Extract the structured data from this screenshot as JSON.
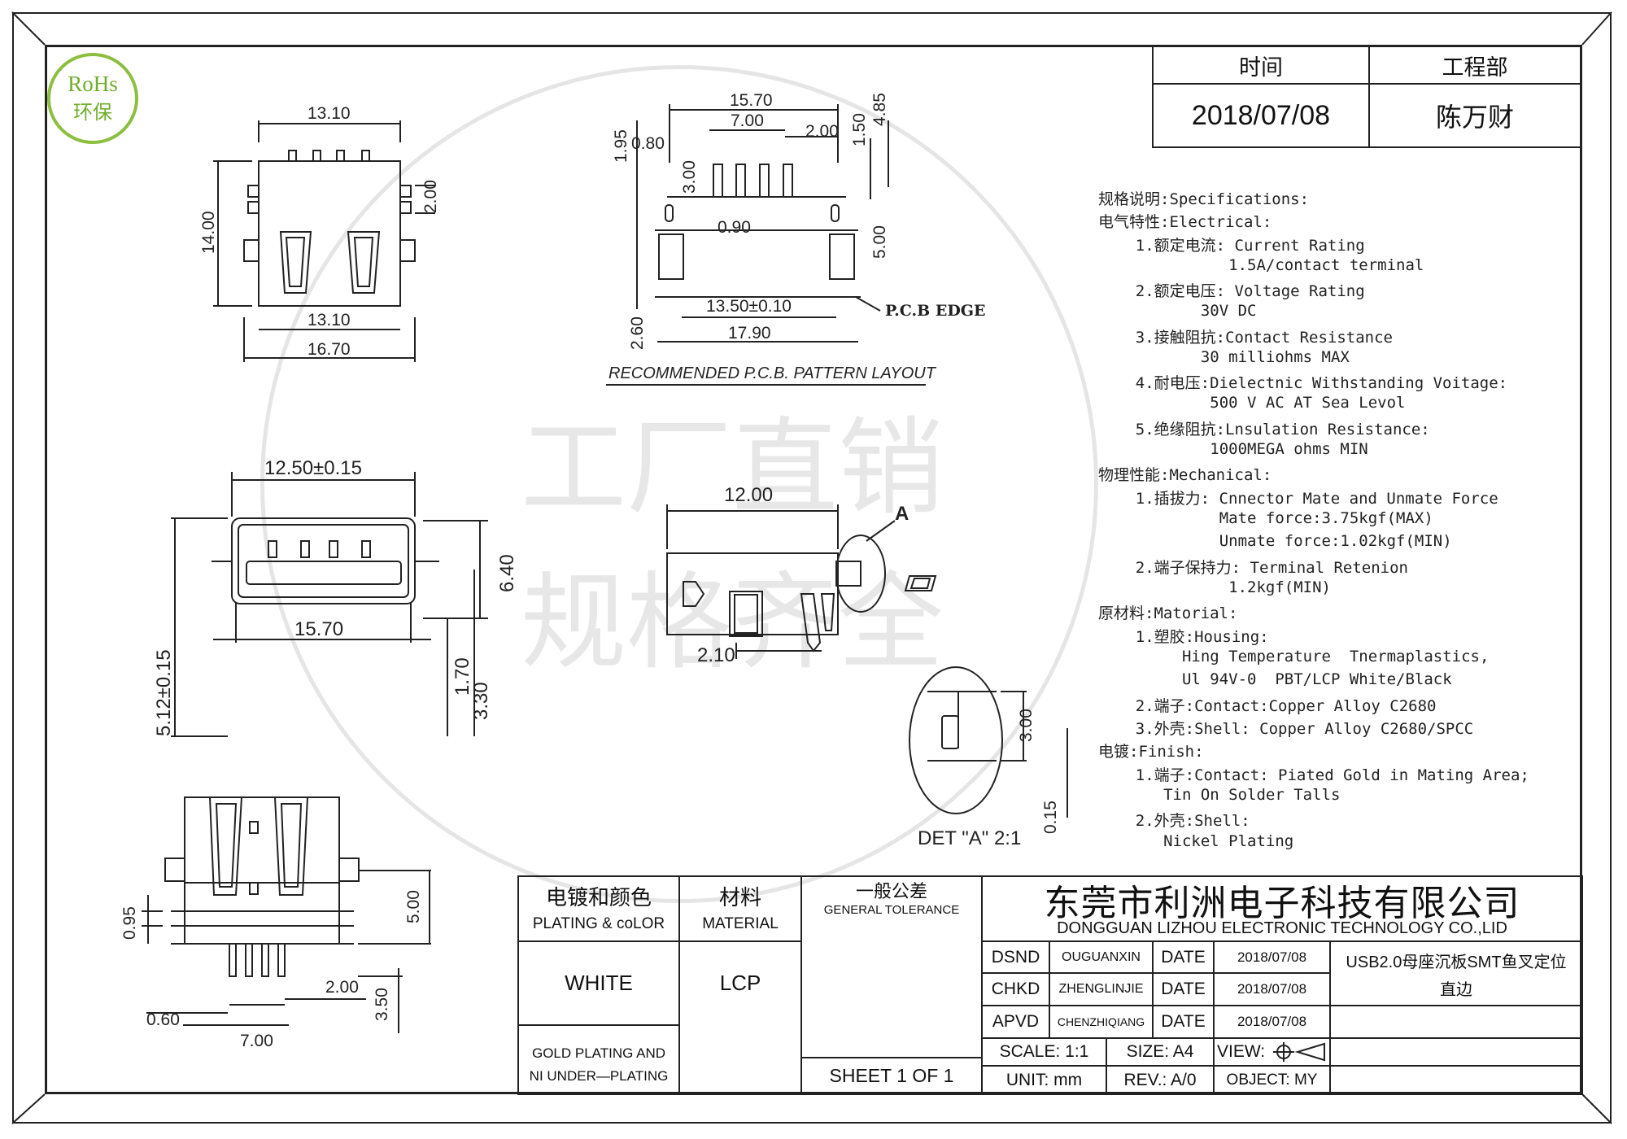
{
  "rohs": {
    "line1": "RoHs",
    "line2": "环保"
  },
  "topright": {
    "h1": "时间",
    "h2": "工程部",
    "v1": "2018/07/08",
    "v2": "陈万财"
  },
  "watermark": {
    "row1": "工厂直销",
    "row2": "规格齐全"
  },
  "specs": [
    "规格说明:Specifications:",
    "电气特性:Electrical:",
    "    1.额定电流: Current Rating",
    "              1.5A/contact terminal",
    "    2.额定电压: Voltage Rating",
    "           30V DC",
    "    3.接触阻抗:Contact Resistance",
    "           30 milliohms MAX",
    "    4.耐电压:Dielectnic Withstanding Voitage:",
    "            500 V AC AT Sea Levol",
    "    5.绝缘阻抗:Lnsulation Resistance:",
    "            1000MEGA ohms MIN",
    "物理性能:Mechanical:",
    "    1.插拔力: Cnnector Mate and Unmate Force",
    "             Mate force:3.75kgf(MAX)",
    "             Unmate force:1.02kgf(MIN)",
    "    2.端子保持力: Terminal Retenion",
    "              1.2kgf(MIN)",
    "原材料:Matorial:",
    "    1.塑胶:Housing:",
    "         Hing Temperature  Tnermaplastics,",
    "         Ul 94V-0  PBT/LCP White/Black",
    "    2.端子:Contact:Copper Alloy C2680",
    "    3.外壳:Shell: Copper Alloy C2680/SPCC",
    "电镀:Finish:",
    "    1.端子:Contact: Piated Gold in Mating Area;",
    "       Tin On Solder Talls",
    "    2.外壳:Shell:",
    "       Nickel Plating"
  ],
  "dims": {
    "top_width": "13.10",
    "top_inner": "13.10",
    "top_total": "16.70",
    "top_height": "14.00",
    "top_pad": "2.00",
    "pcb_15_70": "15.70",
    "pcb_7_00": "7.00",
    "pcb_0_80": "0.80",
    "pcb_2_00": "2.00",
    "pcb_0_90": "0.90",
    "pcb_13_50": "13.50±0.10",
    "pcb_17_90": "17.90",
    "pcb_1_95": "1.95",
    "pcb_3_00": "3.00",
    "pcb_1_50": "1.50",
    "pcb_4_85": "4.85",
    "pcb_5_00": "5.00",
    "pcb_2_60": "2.60",
    "pcb_edge": "P.C.B EDGE",
    "pcb_caption": "RECOMMENDED P.C.B. PATTERN LAYOUT",
    "front_width": "12.50±0.15",
    "front_15_70": "15.70",
    "front_6_40": "6.40",
    "front_5_12": "5.12±0.15",
    "front_1_70": "1.70",
    "front_3_30": "3.30",
    "side_12_00": "12.00",
    "side_2_10": "2.10",
    "side_A": "A",
    "det_3_00": "3.00",
    "det_0_15": "0.15",
    "det_caption": "DET \"A\" 2:1",
    "bot_0_95": "0.95",
    "bot_5_00": "5.00",
    "bot_2_00": "2.00",
    "bot_0_60": "0.60",
    "bot_7_00": "7.00",
    "bot_3_50": "3.50"
  },
  "titleblock": {
    "plating_zh": "电镀和颜色",
    "plating_en": "PLATING & coLOR",
    "material_zh": "材料",
    "material_en": "MATERIAL",
    "tolerance_zh": "一般公差",
    "tolerance_en": "GENERAL TOLERANCE",
    "color": "WHITE",
    "material": "LCP",
    "plating_note1": "GOLD PLATING AND",
    "plating_note2": "NI UNDER—PLATING",
    "sheet": "SHEET 1 OF 1",
    "company_zh": "东莞市利洲电子科技有限公司",
    "company_en": "DONGGUAN LIZHOU ELECTRONIC TECHNOLOGY CO.,LID",
    "dsnd": "DSND",
    "dsnd_name": "OUGUANXIN",
    "chkd": "CHKD",
    "chkd_name": "ZHENGLINJIE",
    "apvd": "APVD",
    "apvd_name": "CHENZHIQIANG",
    "date_label": "DATE",
    "date_value": "2018/07/08",
    "product_line1": "USB2.0母座沉板SMT鱼叉定位",
    "product_line2": "直边",
    "scale": "SCALE:  1:1",
    "size": "SIZE:  A4",
    "view": "VIEW:",
    "unit": "UNIT:  mm",
    "rev": "REV.:  A/0",
    "object": "OBJECT:  MY"
  }
}
